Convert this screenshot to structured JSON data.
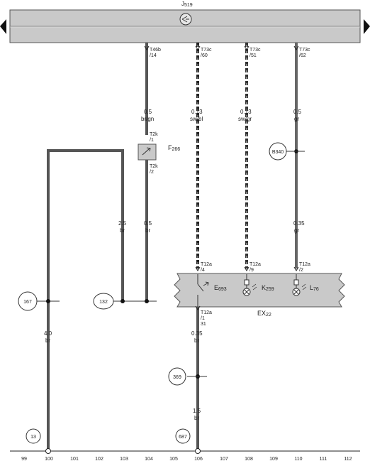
{
  "control_unit": {
    "label": "J",
    "sub": "519",
    "ground_symbol": "ground-icon"
  },
  "component_box": {
    "label": "EX",
    "sub": "22"
  },
  "switch_f266": {
    "label": "F",
    "sub": "266",
    "connector_top": [
      "T2k",
      "/1"
    ],
    "connector_bottom": [
      "T2k",
      "/2"
    ]
  },
  "wires": [
    {
      "id": "w104",
      "conn": [
        "T46b",
        "/14"
      ],
      "size": "0.5",
      "color": "br/gn"
    },
    {
      "id": "w106",
      "conn": [
        "T73c",
        "/60"
      ],
      "size": "0.13",
      "color": "sw/bl"
    },
    {
      "id": "w108",
      "conn": [
        "T73c",
        "/51"
      ],
      "size": "0.13",
      "color": "sw/gr"
    },
    {
      "id": "w110",
      "conn": [
        "T73c",
        "/62"
      ],
      "size": "0.5",
      "color": "gr"
    }
  ],
  "lower_wires": [
    {
      "id": "w103",
      "size": "2.5",
      "color": "br"
    },
    {
      "id": "w104b",
      "size": "0.5",
      "color": "br"
    },
    {
      "id": "w110b",
      "size": "0.35",
      "color": "gr"
    },
    {
      "id": "w100",
      "size": "4.0",
      "color": "br"
    },
    {
      "id": "w106b",
      "size": "0.35",
      "color": "br"
    },
    {
      "id": "w106c",
      "size": "1.5",
      "color": "br"
    }
  ],
  "box_connectors": [
    {
      "id": "c106",
      "lines": [
        "T12a",
        "/4"
      ]
    },
    {
      "id": "c108",
      "lines": [
        "T12a",
        "/9"
      ]
    },
    {
      "id": "c110",
      "lines": [
        "T12a",
        "/2"
      ]
    },
    {
      "id": "c106b",
      "lines": [
        "T12a",
        "/1",
        "31"
      ]
    }
  ],
  "components": [
    {
      "id": "e693",
      "label": "E",
      "sub": "693"
    },
    {
      "id": "k259",
      "label": "K",
      "sub": "259"
    },
    {
      "id": "l76",
      "label": "L",
      "sub": "76"
    }
  ],
  "refs": {
    "b340": "B340",
    "r167": "167",
    "r132": "132",
    "r369": "369",
    "r13": "13",
    "r687": "687"
  },
  "track_numbers": [
    "99",
    "100",
    "101",
    "102",
    "103",
    "104",
    "105",
    "106",
    "107",
    "108",
    "109",
    "110",
    "111",
    "112"
  ]
}
